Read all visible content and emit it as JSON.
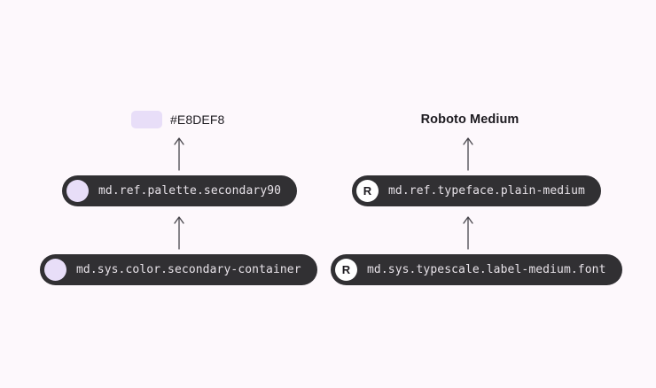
{
  "colors": {
    "background": "#FDF8FC",
    "pill_bg": "#313033",
    "pill_text": "#E7E2E8",
    "accent": "#E8DEF8",
    "label_text": "#1D1B20",
    "arrow": "#48464C",
    "badge_bg": "#FFFFFF",
    "badge_text": "#1D1B20"
  },
  "left": {
    "value_label": "#E8DEF8",
    "swatch_color": "#E8DEF8",
    "ref_token": "md.ref.palette.secondary90",
    "sys_token": "md.sys.color.secondary-container"
  },
  "right": {
    "value_label": "Roboto Medium",
    "badge_letter": "R",
    "ref_token": "md.ref.typeface.plain-medium",
    "sys_token": "md.sys.typescale.label-medium.font"
  }
}
